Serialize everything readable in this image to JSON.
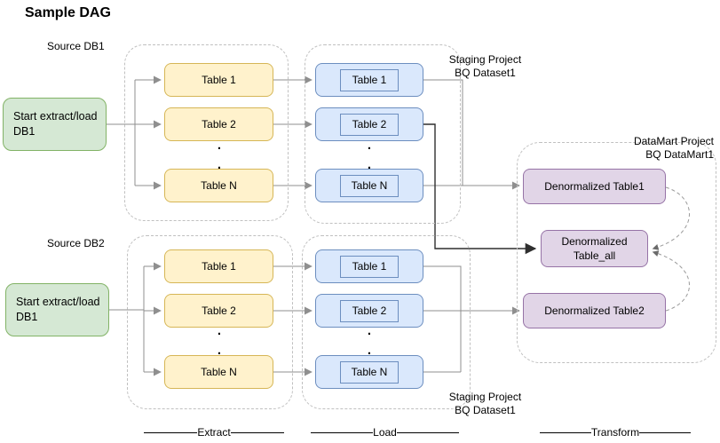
{
  "title": "Sample DAG",
  "glyphs": {
    "dot": "."
  },
  "db1": {
    "source_label": "Source DB1",
    "start_node": {
      "line1": "Start extract/load",
      "line2": "DB1"
    },
    "extract_tables": [
      "Table 1",
      "Table 2",
      "Table N"
    ],
    "load_tables": [
      "Table 1",
      "Table 2",
      "Table N"
    ],
    "staging_label": {
      "line1": "Staging Project",
      "line2": "BQ Dataset1"
    }
  },
  "db2": {
    "source_label": "Source DB2",
    "start_node": {
      "line1": "Start extract/load",
      "line2": "DB1"
    },
    "extract_tables": [
      "Table 1",
      "Table 2",
      "Table N"
    ],
    "load_tables": [
      "Table 1",
      "Table 2",
      "Table N"
    ],
    "staging_label": {
      "line1": "Staging Project",
      "line2": "BQ Dataset1"
    }
  },
  "datamart": {
    "label": {
      "line1": "DataMart Project",
      "line2": "BQ DataMart1"
    },
    "table1": "Denormalized Table1",
    "table_all": {
      "line1": "Denormalized",
      "line2": "Table_all"
    },
    "table2": "Denormalized Table2"
  },
  "legend": {
    "extract": "Extract",
    "load": "Load",
    "transform": "Transform"
  },
  "colors": {
    "start_fill": "#d5e8d4",
    "start_stroke": "#82b366",
    "extract_fill": "#fff2cc",
    "extract_stroke": "#d6b656",
    "load_fill": "#dae8fc",
    "load_stroke": "#6c8ebf",
    "datamart_fill": "#e1d5e7",
    "datamart_stroke": "#9673a6",
    "container_stroke": "#c0c0c0",
    "connector": "#8f8f8f",
    "connector_dark": "#2f2f2f"
  }
}
